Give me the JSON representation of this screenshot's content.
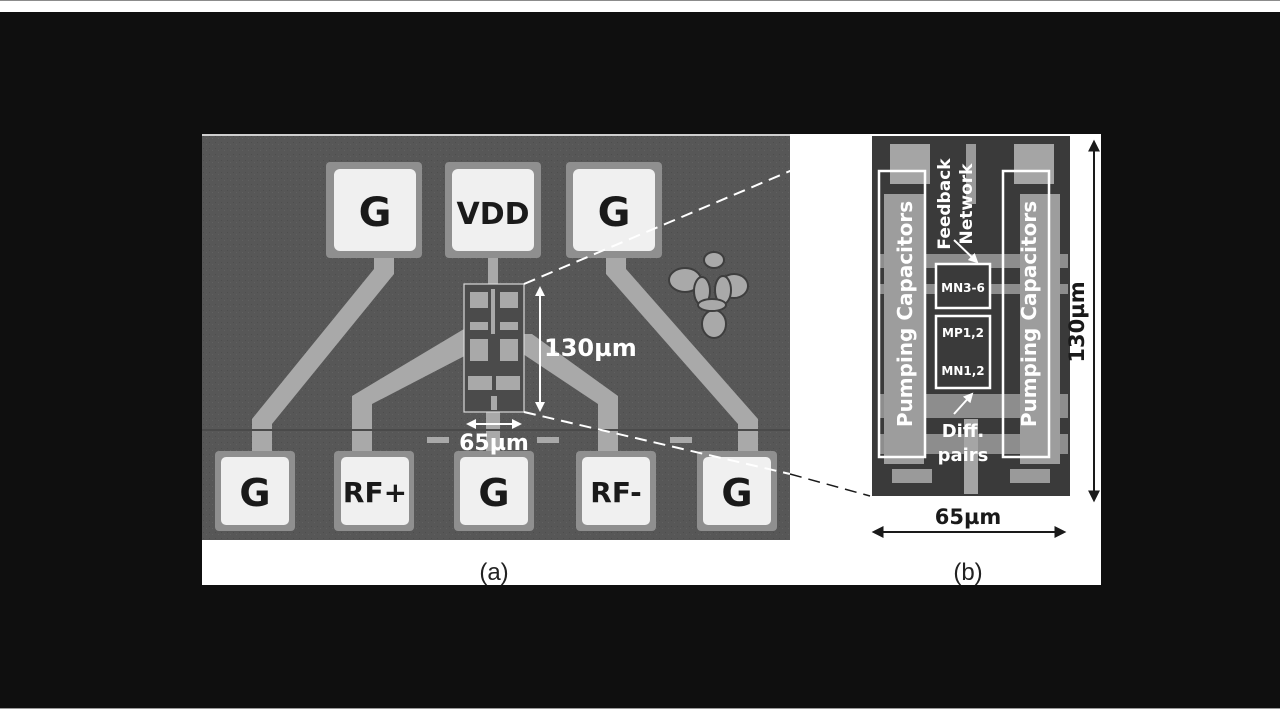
{
  "figure": {
    "panel_a": {
      "caption": "(a)",
      "top_pads": [
        "G",
        "VDD",
        "G"
      ],
      "bottom_pads": [
        "G",
        "RF+",
        "G",
        "RF-",
        "G"
      ],
      "dim_height": "130µm",
      "dim_width": "65µm"
    },
    "panel_b": {
      "caption": "(b)",
      "left_block": "Pumping Capacitors",
      "right_block": "Pumping Capacitors",
      "feedback_label_1": "Feedback",
      "feedback_label_2": "Network",
      "box_top": "MN3-6",
      "box_mid_1": "MP1,2",
      "box_mid_2": "MN1,2",
      "diff_label_1": "Diff.",
      "diff_label_2": "pairs",
      "dim_height": "130µm",
      "dim_width": "65µm"
    }
  },
  "colors": {
    "frame_bg": "#0f0f0f",
    "die_bg": "#575757",
    "metal": "#a9a9a9",
    "pad": "#f0f0f0",
    "annotation": "#ffffff",
    "dark_text": "#1a1a1a"
  }
}
